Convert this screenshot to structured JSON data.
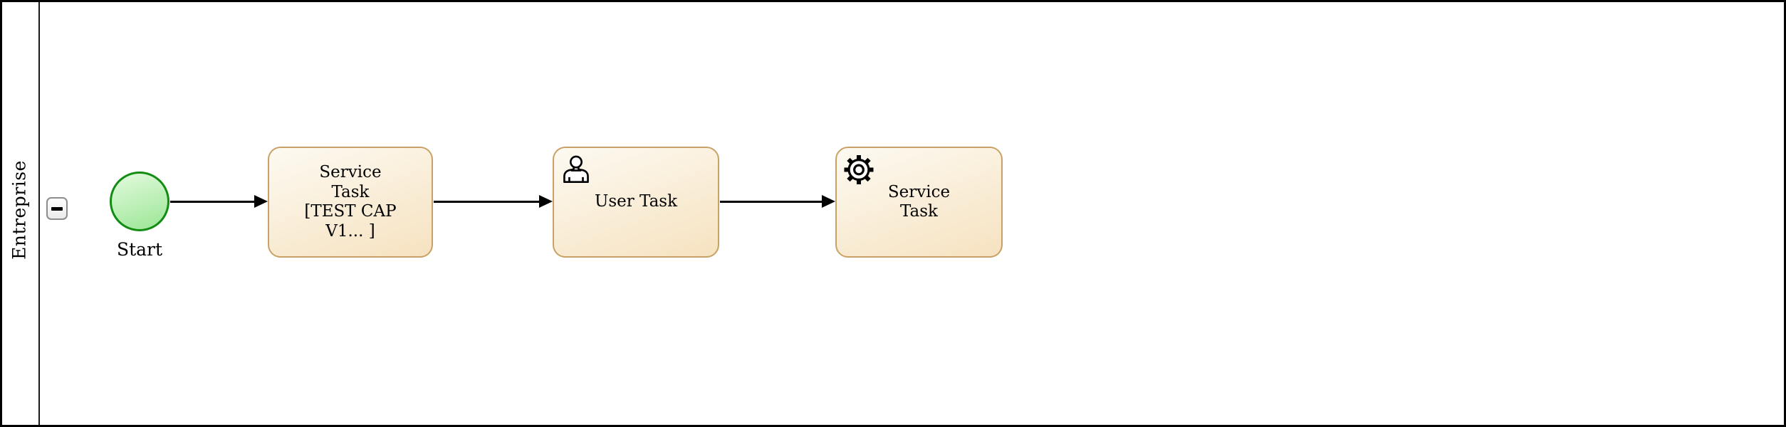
{
  "pool": {
    "label": "Entreprise",
    "collapse_icon": "minus-icon"
  },
  "diagram": {
    "start_event": {
      "type": "start-event",
      "label": "Start"
    },
    "tasks": [
      {
        "type": "service-task",
        "label": "Service\nTask\n[TEST CAP\nV1... ]",
        "icon": null
      },
      {
        "type": "user-task",
        "label": "User Task",
        "icon": "user-icon"
      },
      {
        "type": "service-task",
        "label": "Service\nTask",
        "icon": "gear-icon"
      }
    ],
    "flows": [
      {
        "from": "start-event",
        "to": "service-task-1"
      },
      {
        "from": "service-task-1",
        "to": "user-task"
      },
      {
        "from": "user-task",
        "to": "service-task-2"
      }
    ]
  },
  "colors": {
    "pool_border": "#000000",
    "lane_divider": "#1a1a1a",
    "task_border": "#c9a166",
    "task_fill_top": "#fdfaf2",
    "task_fill_bottom": "#f6e2c0",
    "start_border": "#128c12",
    "start_fill_top": "#e4fadf",
    "start_fill_bottom": "#9ae694",
    "flow": "#000000",
    "collapse_button_border": "#8d8d8d"
  }
}
